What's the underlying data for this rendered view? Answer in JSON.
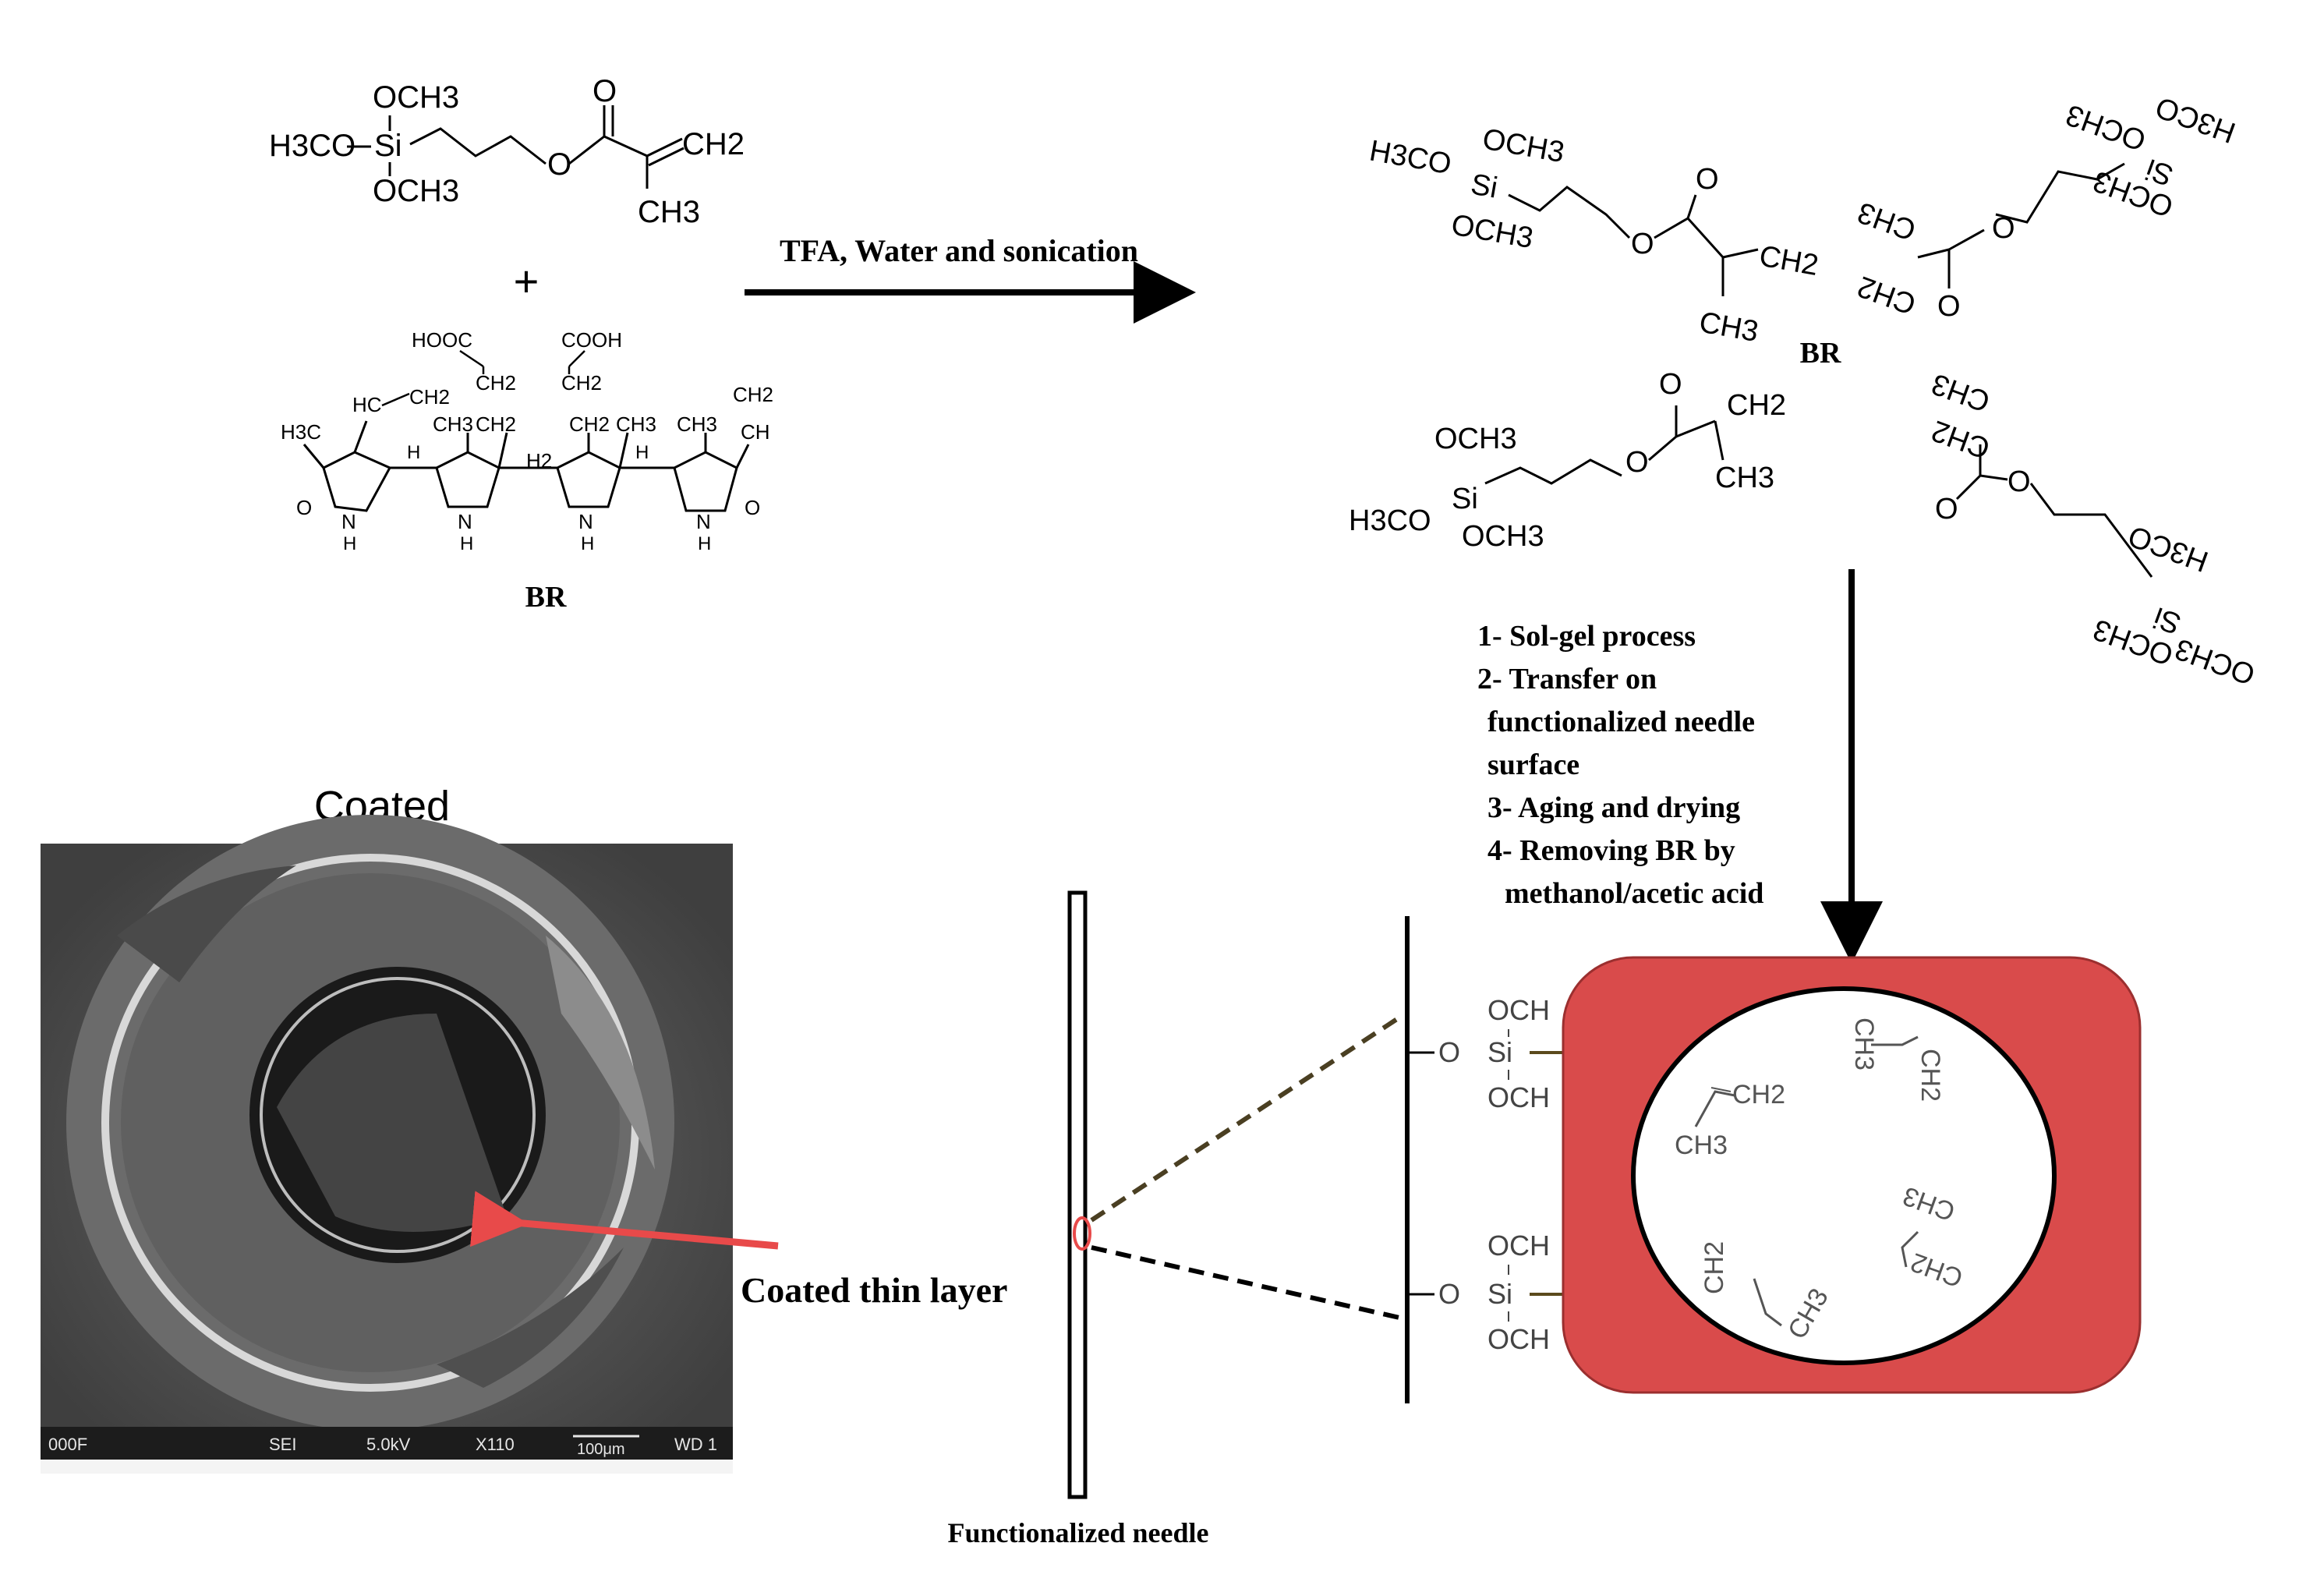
{
  "reaction": {
    "condition_label": "TFA, Water and sonication",
    "plus_sign": "+"
  },
  "monomer": {
    "formula_parts": [
      "OCH3",
      "H3CO",
      "Si",
      "OCH3",
      "O",
      "O",
      "CH2",
      "CH3"
    ]
  },
  "template_molecule": {
    "name": "BR",
    "formula_parts": [
      "HOOC",
      "COOH",
      "CH2",
      "CH2",
      "HC",
      "CH2",
      "CH3",
      "CH2",
      "CH2",
      "CH3",
      "H2",
      "CH3",
      "CH2",
      "CH",
      "H3C",
      "H",
      "H",
      "O",
      "N",
      "H",
      "N",
      "H",
      "N",
      "H",
      "N",
      "H",
      "O"
    ]
  },
  "complex": {
    "center_label": "BR",
    "formula_parts": [
      "H3CO",
      "OCH3",
      "Si",
      "OCH3",
      "O",
      "O",
      "CH2",
      "CH3",
      "OCH3",
      "H3CO",
      "Si",
      "OCH3",
      "O",
      "O",
      "CH2",
      "CH3"
    ]
  },
  "process_steps": [
    "1- Sol-gel process",
    "2-  Transfer on",
    "functionalized  needle",
    "surface",
    "3- Aging and drying",
    "4- Removing BR by",
    "methanol/acetic acid"
  ],
  "sem_image": {
    "title": "Coated",
    "scale_bar_texts": [
      "000F",
      "SEI",
      "5.0kV",
      "X110",
      "100μm",
      "WD 1"
    ],
    "arrow_label": "Coated thin layer"
  },
  "needle": {
    "label": "Functionalized  needle"
  },
  "surface": {
    "linker_labels": [
      "OCH",
      "O",
      "Si",
      "OCH",
      "OCH",
      "O",
      "Si",
      "OCH"
    ],
    "cavity_labels": [
      "CH2",
      "CH3",
      "CH3",
      "CH2",
      "CH2",
      "CH3",
      "CH3",
      "CH2"
    ]
  },
  "colors": {
    "coating_red": "#d94b4b",
    "arrow_red": "#e84a4a",
    "sem_gray": "#5e5e5e"
  }
}
